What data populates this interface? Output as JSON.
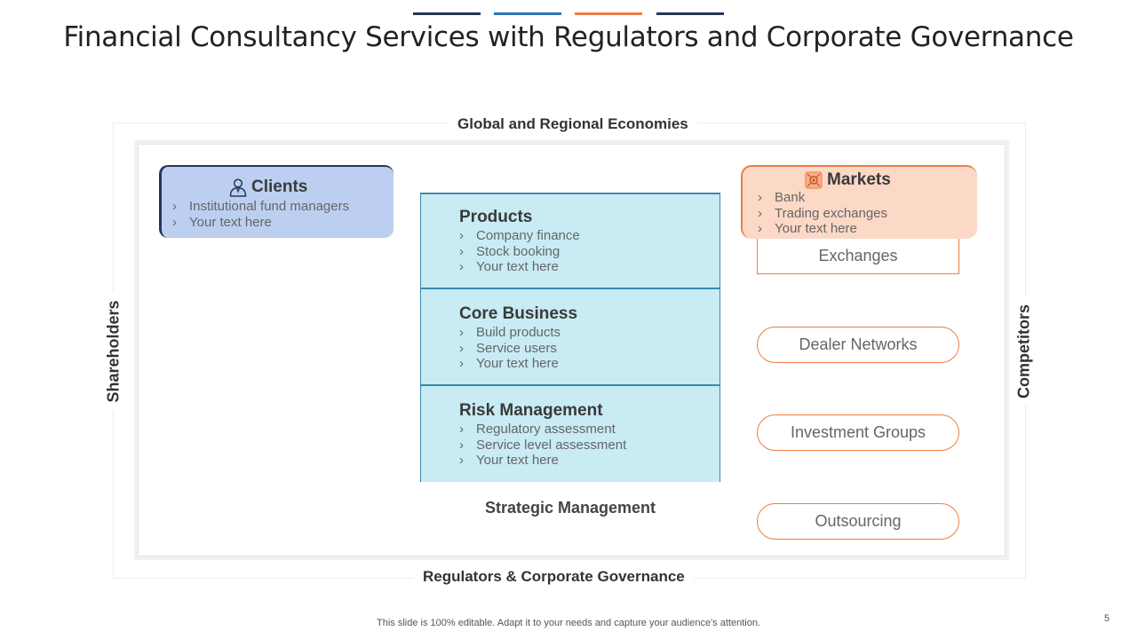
{
  "title": "Financial Consultancy Services with Regulators and Corporate Governance",
  "accent_colors": [
    "#24365c",
    "#2e75b6",
    "#ee7d43",
    "#24365c"
  ],
  "labels": {
    "top": "Global and Regional Economies",
    "bottom": "Regulators & Corporate Governance",
    "left": "Shareholders",
    "right": "Competitors",
    "center_bottom": "Strategic Management"
  },
  "clients": {
    "icon": "person-icon",
    "title": "Clients",
    "items": [
      "Institutional fund managers",
      "Your text here"
    ]
  },
  "center_boxes": [
    {
      "title": "Products",
      "items": [
        "Company finance",
        "Stock booking",
        "Your text here"
      ]
    },
    {
      "title": "Core Business",
      "items": [
        "Build products",
        "Service users",
        "Your text here"
      ]
    },
    {
      "title": "Risk Management",
      "items": [
        "Regulatory assessment",
        "Service level assessment",
        "Your text here"
      ]
    }
  ],
  "markets": {
    "icon": "network-icon",
    "title": "Markets",
    "items": [
      "Bank",
      "Trading exchanges",
      "Your text here"
    ]
  },
  "market_pills": [
    "Exchanges",
    "Dealer Networks",
    "Investment Groups",
    "Outsourcing"
  ],
  "footer": "This slide is 100% editable. Adapt it to your needs and capture your audience's attention.",
  "page_number": "5"
}
